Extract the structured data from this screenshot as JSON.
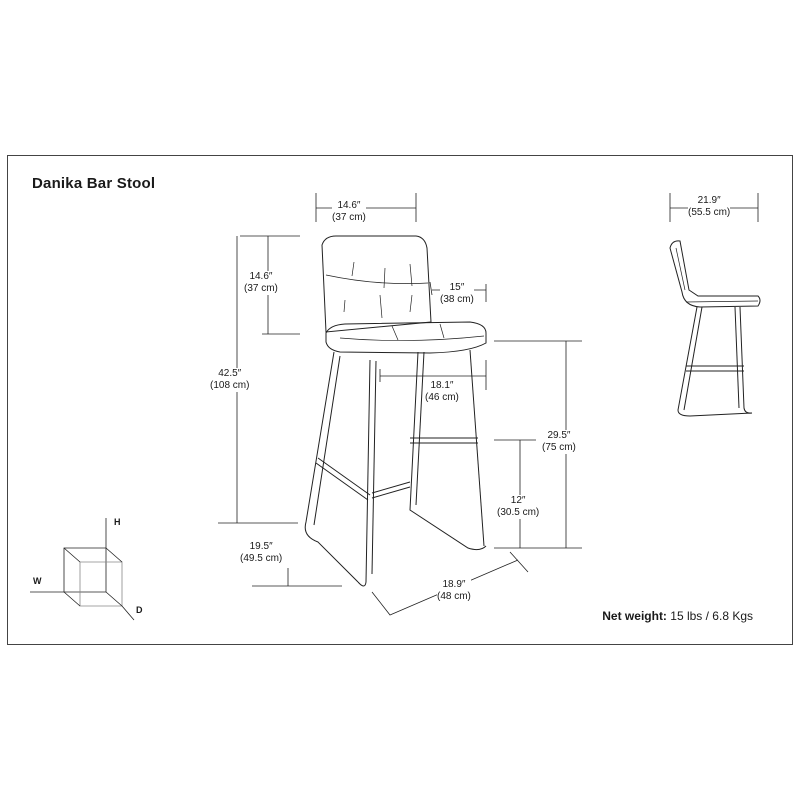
{
  "title": "Danika Bar Stool",
  "dimensions": {
    "seat_width": {
      "in": "14.6″",
      "cm": "(37 cm)"
    },
    "back_height": {
      "in": "14.6″",
      "cm": "(37 cm)"
    },
    "back_depth": {
      "in": "15″",
      "cm": "(38 cm)"
    },
    "overall_height": {
      "in": "42.5″",
      "cm": "(108 cm)"
    },
    "seat_depth": {
      "in": "18.1″",
      "cm": "(46 cm)"
    },
    "seat_height": {
      "in": "29.5″",
      "cm": "(75 cm)"
    },
    "footrest_height": {
      "in": "12″",
      "cm": "(30.5 cm)"
    },
    "base_width": {
      "in": "19.5″",
      "cm": "(49.5 cm)"
    },
    "base_depth": {
      "in": "18.9″",
      "cm": "(48 cm)"
    },
    "side_depth": {
      "in": "21.9″",
      "cm": "(55.5 cm)"
    }
  },
  "axes": {
    "h": "H",
    "w": "W",
    "d": "D"
  },
  "net_weight": {
    "label": "Net weight:",
    "value": "15 lbs / 6.8 Kgs"
  }
}
